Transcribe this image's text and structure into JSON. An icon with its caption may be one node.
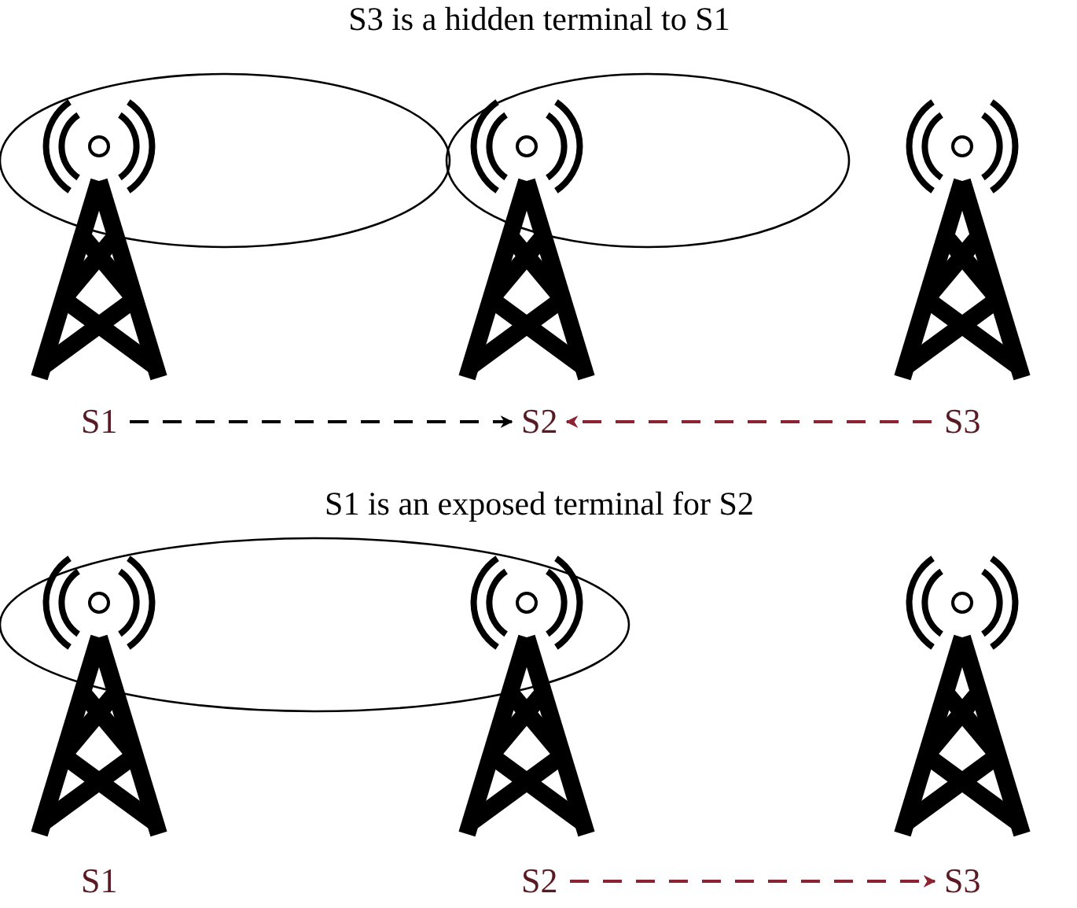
{
  "diagram": {
    "nodes": [
      {
        "text": [
          "S1"
        ]
      },
      {
        "text": [
          "S2"
        ]
      },
      {
        "text": [
          "S3"
        ]
      },
      {
        "text": [
          "S1"
        ]
      },
      {
        "text": [
          "S2"
        ]
      },
      {
        "text": [
          "S3"
        ]
      },
      {
        "text": [],
        "shape": "ellipse"
      },
      {
        "text": [],
        "shape": "ellipse"
      },
      {
        "text": [],
        "shape": "ellipse"
      }
    ],
    "edges": [
      {
        "from": 0,
        "to": 1,
        "arrow": "to",
        "style": "dashed",
        "color": "#000000"
      },
      {
        "from": 2,
        "to": 1,
        "arrow": "to",
        "style": "dashed",
        "color": "#8b2332"
      },
      {
        "from": 4,
        "to": 5,
        "arrow": "to",
        "style": "dashed",
        "color": "#8b2332"
      }
    ],
    "labels": [
      "S3 is a hidden terminal to S1",
      "S1 is an exposed terminal for S2"
    ]
  }
}
